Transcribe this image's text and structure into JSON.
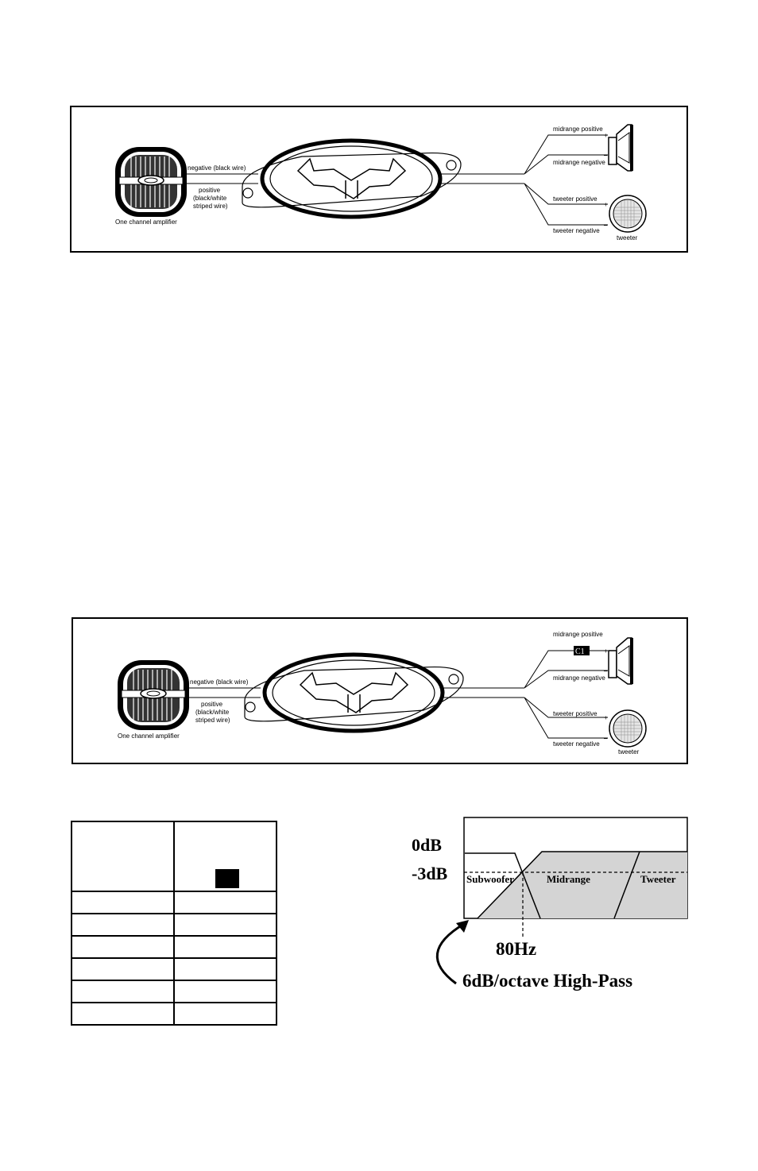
{
  "diagram1": {
    "amp_label": "One channel amplifier",
    "neg_wire": "negative (black wire)",
    "pos_wire_1": "positive",
    "pos_wire_2": "(black/white",
    "pos_wire_3": "striped wire)",
    "mid_pos": "midrange positive",
    "mid_neg": "midrange negative",
    "tw_pos": "tweeter positive",
    "tw_neg": "tweeter negative",
    "tweeter": "tweeter",
    "plus": "+",
    "minus": "–"
  },
  "diagram2": {
    "amp_label": "One channel amplifier",
    "neg_wire": "negative (black wire)",
    "pos_wire_1": "positive",
    "pos_wire_2": "(black/white",
    "pos_wire_3": "striped wire)",
    "mid_pos": "midrange positive",
    "mid_neg": "midrange negative",
    "tw_pos": "tweeter positive",
    "tw_neg": "tweeter negative",
    "tweeter": "tweeter",
    "cap_label": "C1",
    "plus": "+",
    "minus": "–"
  },
  "table": {
    "rows": [
      "",
      "",
      "",
      "",
      "",
      ""
    ]
  },
  "response": {
    "zero_db": "0dB",
    "minus3_db": "-3dB",
    "band_sub": "Subwoofer",
    "band_mid": "Midrange",
    "band_tw": "Tweeter",
    "freq": "80Hz",
    "slope": "6dB/octave High-Pass",
    "fill_color": "#d4d4d4"
  }
}
